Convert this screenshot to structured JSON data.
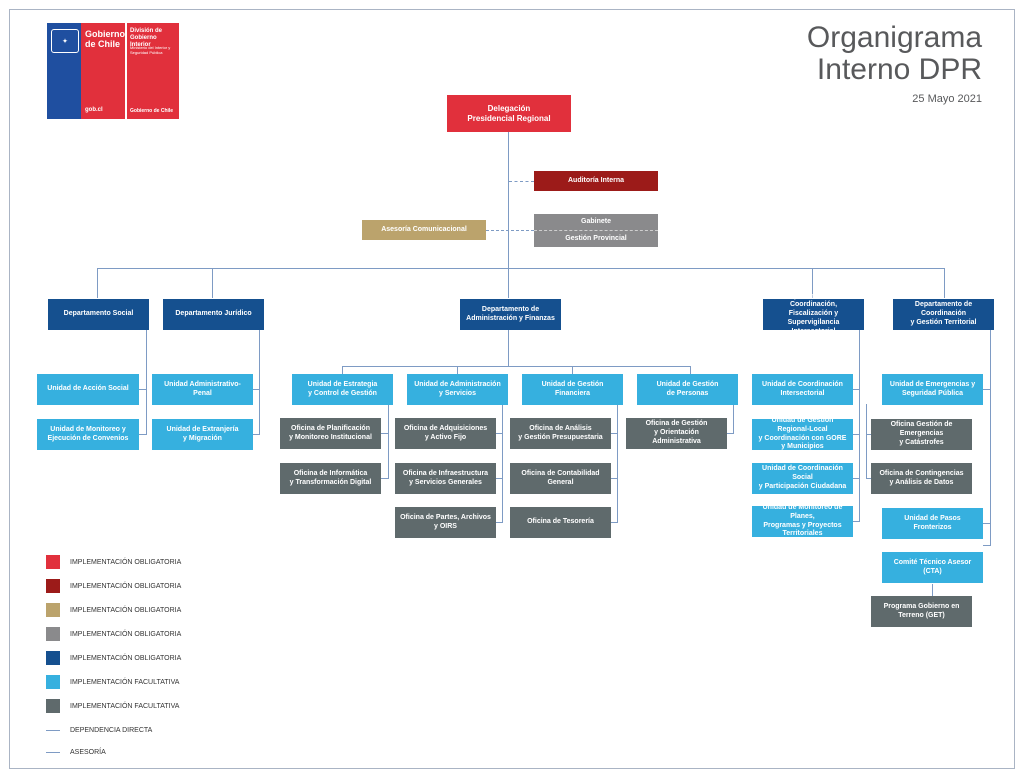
{
  "header": {
    "title_line1": "Organigrama",
    "title_line2": "Interno DPR",
    "date": "25 Mayo 2021",
    "logo": {
      "org": "Gobierno de Chile",
      "division": "División de Gobierno Interior",
      "ministry": "Ministerio del Interior y Seguridad Pública",
      "url": "gob.cl",
      "footer": "Gobierno de Chile"
    }
  },
  "nodes": {
    "delegacion": "Delegación\nPresidencial Regional",
    "auditoria": "Auditoría Interna",
    "asesoria": "Asesoría Comunicacional",
    "gabinete": "Gabinete",
    "gestion_provincial": "Gestión Provincial",
    "dep_social": "Departamento Social",
    "dep_juridico": "Departamento Jurídico",
    "dep_admin": "Departamento de\nAdministración y Finanzas",
    "dep_coord_fisc": "Departamento de Coordinación,\nFiscalización y Supervigilancia\nIntersectorial",
    "dep_coord_terr": "Departamento de Coordinación\ny Gestión Territorial",
    "u_accion_social": "Unidad de Acción Social",
    "u_monitoreo_conv": "Unidad de Monitoreo y\nEjecución de Convenios",
    "u_admin_penal": "Unidad Administrativo- Penal",
    "u_extranjeria": "Unidad de Extranjería\ny Migración",
    "u_estrategia": "Unidad de Estrategia\ny Control de Gestión",
    "o_planificacion": "Oficina de Planificación\ny Monitoreo Institucional",
    "o_informatica": "Oficina de Informática\ny Transformación Digital",
    "u_admin_serv": "Unidad de Administración\ny Servicios",
    "o_adquisiciones": "Oficina de Adquisiciones\ny Activo Fijo",
    "o_infraestructura": "Oficina de Infraestructura\ny Servicios Generales",
    "o_partes": "Oficina de Partes, Archivos y OIRS",
    "u_gestion_fin": "Unidad de Gestión\nFinanciera",
    "o_analisis": "Oficina de Análisis\ny Gestión Presupuestaria",
    "o_contabilidad": "Oficina de Contabilidad\nGeneral",
    "o_tesoreria": "Oficina de Tesorería",
    "u_gestion_personas": "Unidad de Gestión\nde Personas",
    "o_gestion_orient": "Oficina de Gestión\ny Orientación Administrativa",
    "u_coord_inter": "Unidad de Coordinación\nIntersectorial",
    "u_gestion_regional": "Unidad de Gestión Regional-Local\ny Coordinación con GORE\ny Municipios",
    "u_coord_social": "Unidad de Coordinación Social\ny Participación Ciudadana",
    "u_monitoreo_planes": "Unidad de Monitoreo de Planes,\nProgramas y Proyectos Territoriales",
    "u_emergencias": "Unidad de Emergencias y\nSeguridad Pública",
    "o_gestion_emerg": "Oficina Gestión de Emergencias\ny Catástrofes",
    "o_contingencias": "Oficina de Contingencias\ny Análisis de Datos",
    "u_pasos": "Unidad de Pasos Fronterizos",
    "comite": "Comité Técnico Asesor (CTA)",
    "programa": "Programa Gobierno en Terreno (GET)"
  },
  "legend": [
    {
      "color": "#e1303c",
      "label": "IMPLEMENTACIÓN OBLIGATORIA"
    },
    {
      "color": "#9c1b19",
      "label": "IMPLEMENTACIÓN OBLIGATORIA"
    },
    {
      "color": "#bba36c",
      "label": "IMPLEMENTACIÓN OBLIGATORIA"
    },
    {
      "color": "#8a8a8c",
      "label": "IMPLEMENTACIÓN OBLIGATORIA"
    },
    {
      "color": "#15508f",
      "label": "IMPLEMENTACIÓN OBLIGATORIA"
    },
    {
      "color": "#36b0df",
      "label": "IMPLEMENTACIÓN FACULTATIVA"
    },
    {
      "color": "#5f6a6c",
      "label": "IMPLEMENTACIÓN FACULTATIVA"
    }
  ],
  "legend_lines": [
    {
      "label": "DEPENDENCIA DIRECTA"
    },
    {
      "label": "ASESORÍA"
    }
  ]
}
